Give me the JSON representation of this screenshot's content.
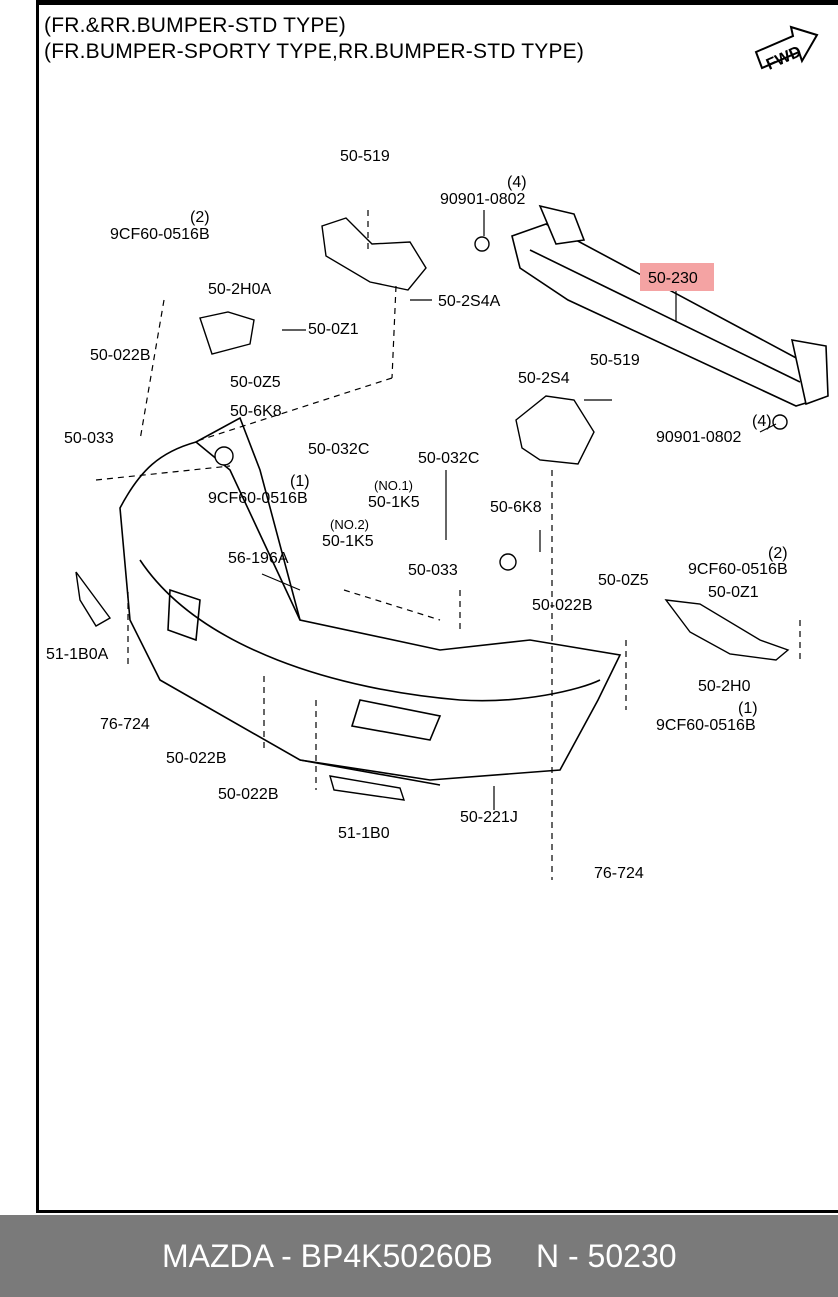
{
  "header": {
    "line1": "(FR.&RR.BUMPER-STD TYPE)",
    "line2": "(FR.BUMPER-SPORTY TYPE,RR.BUMPER-STD TYPE)"
  },
  "fwd_label": "FWD",
  "highlight_color": "#f4a3a3",
  "callouts": [
    {
      "id": "50-519-top",
      "text": "50-519"
    },
    {
      "id": "90901-0802-top",
      "text": "90901-0802"
    },
    {
      "id": "qty4-top",
      "text": "(4)"
    },
    {
      "id": "9cf60-top",
      "text": "9CF60-0516B"
    },
    {
      "id": "qty2-top",
      "text": "(2)"
    },
    {
      "id": "50-2h0a",
      "text": "50-2H0A"
    },
    {
      "id": "50-0z1-left",
      "text": "50-0Z1"
    },
    {
      "id": "50-2s4a",
      "text": "50-2S4A"
    },
    {
      "id": "50-230",
      "text": "50-230",
      "highlight": true
    },
    {
      "id": "50-022b-left",
      "text": "50-022B"
    },
    {
      "id": "50-0z5-left",
      "text": "50-0Z5"
    },
    {
      "id": "50-6k8-left",
      "text": "50-6K8"
    },
    {
      "id": "50-033-left",
      "text": "50-033"
    },
    {
      "id": "50-032c-a",
      "text": "50-032C"
    },
    {
      "id": "50-032c-b",
      "text": "50-032C"
    },
    {
      "id": "50-2s4",
      "text": "50-2S4"
    },
    {
      "id": "50-519-right",
      "text": "50-519"
    },
    {
      "id": "qty4-right",
      "text": "(4)"
    },
    {
      "id": "90901-0802-right",
      "text": "90901-0802"
    },
    {
      "id": "qty1-mid",
      "text": "(1)"
    },
    {
      "id": "9cf60-mid",
      "text": "9CF60-0516B"
    },
    {
      "id": "no1",
      "text": "(NO.1)"
    },
    {
      "id": "50-1k5-a",
      "text": "50-1K5"
    },
    {
      "id": "no2",
      "text": "(NO.2)"
    },
    {
      "id": "50-1k5-b",
      "text": "50-1K5"
    },
    {
      "id": "50-6k8-right",
      "text": "50-6K8"
    },
    {
      "id": "56-196a",
      "text": "56-196A"
    },
    {
      "id": "50-033-mid",
      "text": "50-033"
    },
    {
      "id": "50-022b-mid",
      "text": "50-022B"
    },
    {
      "id": "50-0z5-right",
      "text": "50-0Z5"
    },
    {
      "id": "qty2-right",
      "text": "(2)"
    },
    {
      "id": "9cf60-right",
      "text": "9CF60-0516B"
    },
    {
      "id": "50-0z1-right",
      "text": "50-0Z1"
    },
    {
      "id": "50-2h0",
      "text": "50-2H0"
    },
    {
      "id": "qty1-right",
      "text": "(1)"
    },
    {
      "id": "9cf60-right-low",
      "text": "9CF60-0516B"
    },
    {
      "id": "51-1b0a",
      "text": "51-1B0A"
    },
    {
      "id": "76-724-left",
      "text": "76-724"
    },
    {
      "id": "50-022b-low1",
      "text": "50-022B"
    },
    {
      "id": "50-022b-low2",
      "text": "50-022B"
    },
    {
      "id": "51-1b0",
      "text": "51-1B0"
    },
    {
      "id": "50-221j",
      "text": "50-221J"
    },
    {
      "id": "76-724-bottom",
      "text": "76-724"
    }
  ],
  "footer": {
    "left": "MAZDA - BP4K50260B",
    "right": "N - 50230"
  }
}
